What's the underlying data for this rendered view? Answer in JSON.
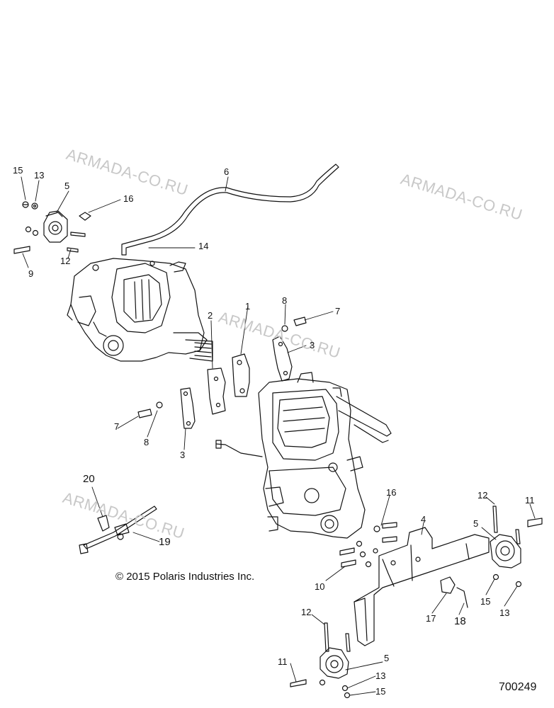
{
  "watermarks": [
    "ARMADA-CO.RU",
    "ARMADA-CO.RU",
    "ARMADA-CO.RU",
    "ARMADA-CO.RU"
  ],
  "copyright": "© 2015 Polaris Industries Inc.",
  "figure_id": "700249",
  "callouts": [
    "15",
    "13",
    "5",
    "16",
    "9",
    "12",
    "6",
    "14",
    "2",
    "1",
    "8",
    "7",
    "3",
    "7",
    "8",
    "3",
    "20",
    "19",
    "16",
    "4",
    "12",
    "11",
    "5",
    "10",
    "17",
    "18",
    "15",
    "13",
    "12",
    "5",
    "11",
    "13",
    "15"
  ]
}
